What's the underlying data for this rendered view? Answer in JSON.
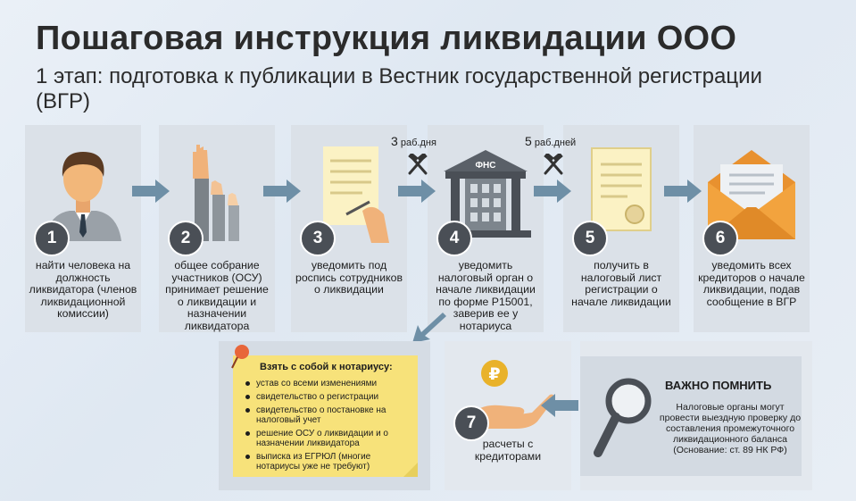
{
  "header": {
    "title": "Пошаговая инструкция ликвидации ООО",
    "subtitle": "1 этап: подготовка к публикации в Вестник государственной регистрации (ВГР)"
  },
  "steps": [
    {
      "number": "1",
      "text": "найти человека на должность ликвидатора (членов ликвидационной комиссии)"
    },
    {
      "number": "2",
      "text": "общее собрание участников (ОСУ) принимает решение о ликвидации и назначении ликвидатора"
    },
    {
      "number": "3",
      "text": "уведомить под роспись сотрудников о ликвидации"
    },
    {
      "number": "4",
      "text": "уведомить налоговый орган о начале ликвидации по форме Р15001, заверив ее у нотариуса"
    },
    {
      "number": "5",
      "text": "получить в налоговый лист регистрации о начале ликвидации"
    },
    {
      "number": "6",
      "text": "уведомить всех кредиторов о начале ликвидации, подав сообщение в ВГР"
    },
    {
      "number": "7",
      "text": "расчеты с кредиторами"
    }
  ],
  "timing": [
    {
      "count": "3",
      "unit": "раб.дня"
    },
    {
      "count": "5",
      "unit": "раб.дней"
    }
  ],
  "building_sign": "ФНС",
  "notary": {
    "heading": "Взять с собой к нотариусу:",
    "items": [
      "устав со всеми изменениями",
      "свидетельство о регистрации",
      "свидетельство о постановке на налоговый учет",
      "решение ОСУ о ликвидации и о назначении ликвидатора",
      "выписка из ЕГРЮЛ (многие нотариусы уже не требуют)"
    ]
  },
  "important": {
    "heading": "ВАЖНО ПОМНИТЬ",
    "text": "Налоговые органы могут провести выездную проверку до составления промежуточного ликвидационного баланса (Основание: ст. 89 НК РФ)"
  },
  "currency_symbol": "₽",
  "colors": {
    "arrow": "#6e8fa6",
    "badge": "#4a4f56",
    "sticky": "#f7e27a",
    "envelope": "#e8912f",
    "coin": "#e9b22a"
  }
}
